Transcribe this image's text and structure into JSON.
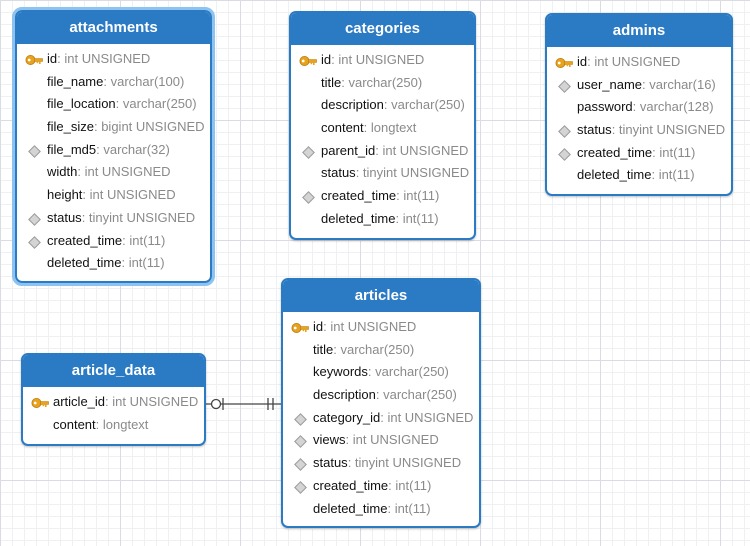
{
  "tables": {
    "attachments": {
      "name": "attachments",
      "fields": [
        {
          "name": "id",
          "type": "int UNSIGNED",
          "marker": "key"
        },
        {
          "name": "file_name",
          "type": "varchar(100)",
          "marker": "none"
        },
        {
          "name": "file_location",
          "type": "varchar(250)",
          "marker": "none"
        },
        {
          "name": "file_size",
          "type": "bigint UNSIGNED",
          "marker": "none"
        },
        {
          "name": "file_md5",
          "type": "varchar(32)",
          "marker": "diamond"
        },
        {
          "name": "width",
          "type": "int UNSIGNED",
          "marker": "none"
        },
        {
          "name": "height",
          "type": "int UNSIGNED",
          "marker": "none"
        },
        {
          "name": "status",
          "type": "tinyint UNSIGNED",
          "marker": "diamond"
        },
        {
          "name": "created_time",
          "type": "int(11)",
          "marker": "diamond"
        },
        {
          "name": "deleted_time",
          "type": "int(11)",
          "marker": "none"
        }
      ]
    },
    "categories": {
      "name": "categories",
      "fields": [
        {
          "name": "id",
          "type": "int UNSIGNED",
          "marker": "key"
        },
        {
          "name": "title",
          "type": "varchar(250)",
          "marker": "none"
        },
        {
          "name": "description",
          "type": "varchar(250)",
          "marker": "none"
        },
        {
          "name": "content",
          "type": "longtext",
          "marker": "none"
        },
        {
          "name": "parent_id",
          "type": "int UNSIGNED",
          "marker": "diamond"
        },
        {
          "name": "status",
          "type": "tinyint UNSIGNED",
          "marker": "none"
        },
        {
          "name": "created_time",
          "type": "int(11)",
          "marker": "diamond"
        },
        {
          "name": "deleted_time",
          "type": "int(11)",
          "marker": "none"
        }
      ]
    },
    "admins": {
      "name": "admins",
      "fields": [
        {
          "name": "id",
          "type": "int UNSIGNED",
          "marker": "key"
        },
        {
          "name": "user_name",
          "type": "varchar(16)",
          "marker": "diamond"
        },
        {
          "name": "password",
          "type": "varchar(128)",
          "marker": "none"
        },
        {
          "name": "status",
          "type": "tinyint UNSIGNED",
          "marker": "diamond"
        },
        {
          "name": "created_time",
          "type": "int(11)",
          "marker": "diamond"
        },
        {
          "name": "deleted_time",
          "type": "int(11)",
          "marker": "none"
        }
      ]
    },
    "articles": {
      "name": "articles",
      "fields": [
        {
          "name": "id",
          "type": "int UNSIGNED",
          "marker": "key"
        },
        {
          "name": "title",
          "type": "varchar(250)",
          "marker": "none"
        },
        {
          "name": "keywords",
          "type": "varchar(250)",
          "marker": "none"
        },
        {
          "name": "description",
          "type": "varchar(250)",
          "marker": "none"
        },
        {
          "name": "category_id",
          "type": "int UNSIGNED",
          "marker": "diamond"
        },
        {
          "name": "views",
          "type": "int UNSIGNED",
          "marker": "diamond"
        },
        {
          "name": "status",
          "type": "tinyint UNSIGNED",
          "marker": "diamond"
        },
        {
          "name": "created_time",
          "type": "int(11)",
          "marker": "diamond"
        },
        {
          "name": "deleted_time",
          "type": "int(11)",
          "marker": "none"
        }
      ]
    },
    "article_data": {
      "name": "article_data",
      "fields": [
        {
          "name": "article_id",
          "type": "int UNSIGNED",
          "marker": "key"
        },
        {
          "name": "content",
          "type": "longtext",
          "marker": "none"
        }
      ]
    }
  },
  "relationship": {
    "from_table": "article_data",
    "to_table": "articles",
    "from_end": "zero-or-one",
    "to_end": "exactly-one"
  },
  "colors": {
    "header": "#2b7ac4",
    "selection": "#8cc3f0",
    "key": "#e8a21d",
    "type_text": "#8a8a8a"
  }
}
